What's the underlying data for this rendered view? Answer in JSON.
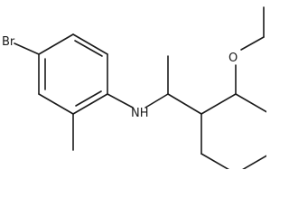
{
  "labels": {
    "bromine": "Br",
    "amine": "NH",
    "ether_oxygen": "O"
  }
}
